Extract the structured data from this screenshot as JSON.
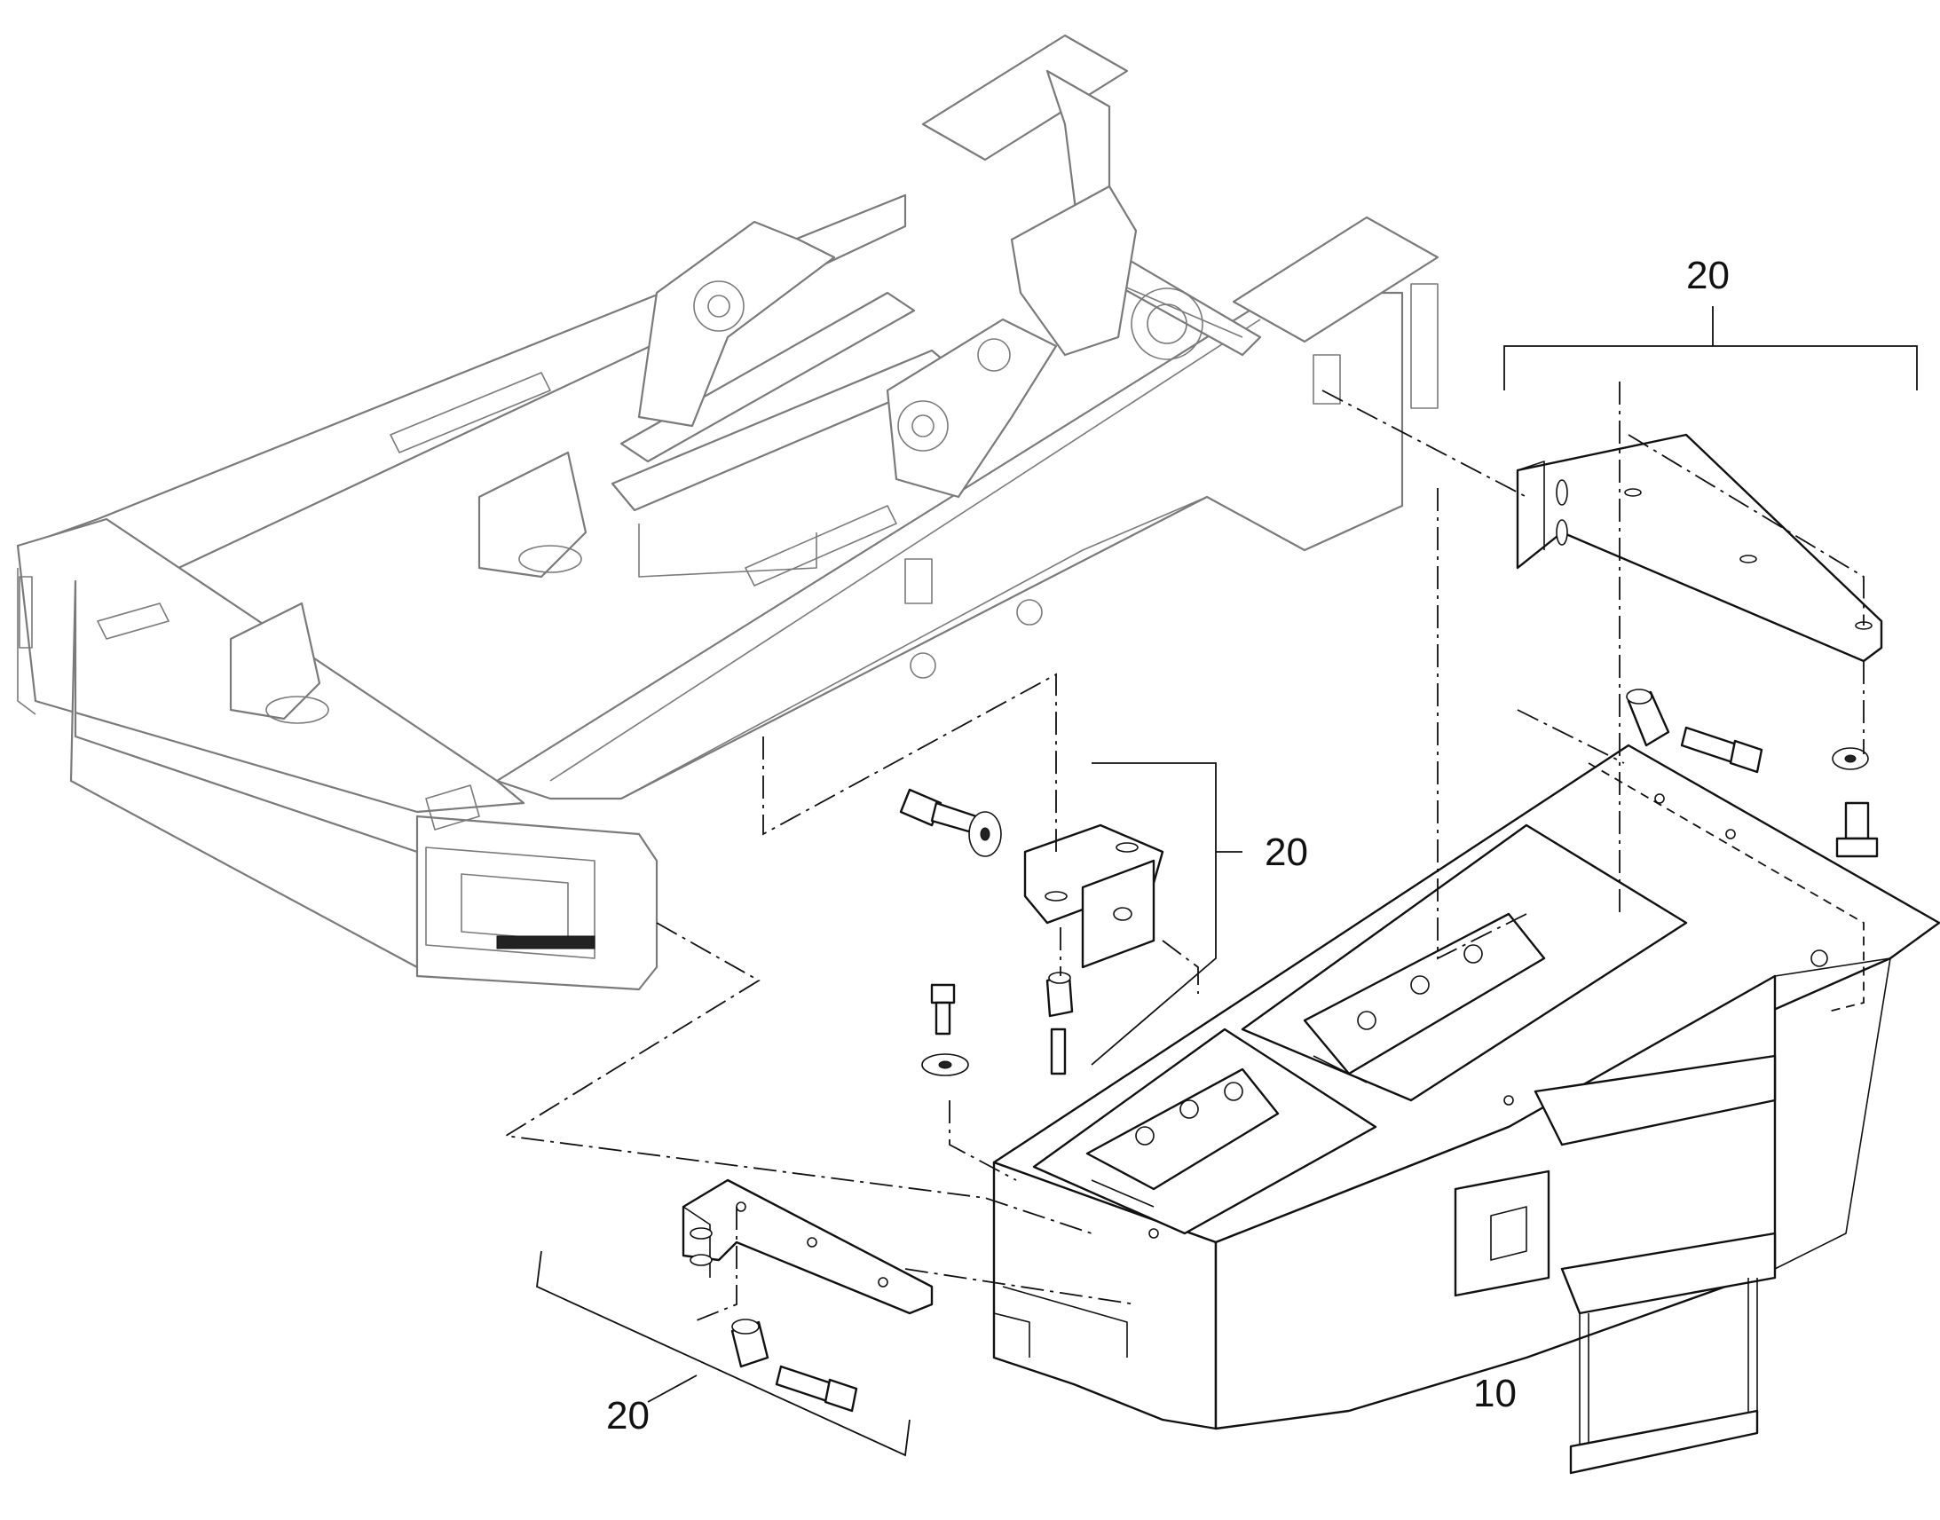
{
  "diagram": {
    "callouts": {
      "bracket_top_right": "20",
      "bracket_center": "20",
      "bracket_bottom_left": "20",
      "battery_box": "10"
    }
  }
}
